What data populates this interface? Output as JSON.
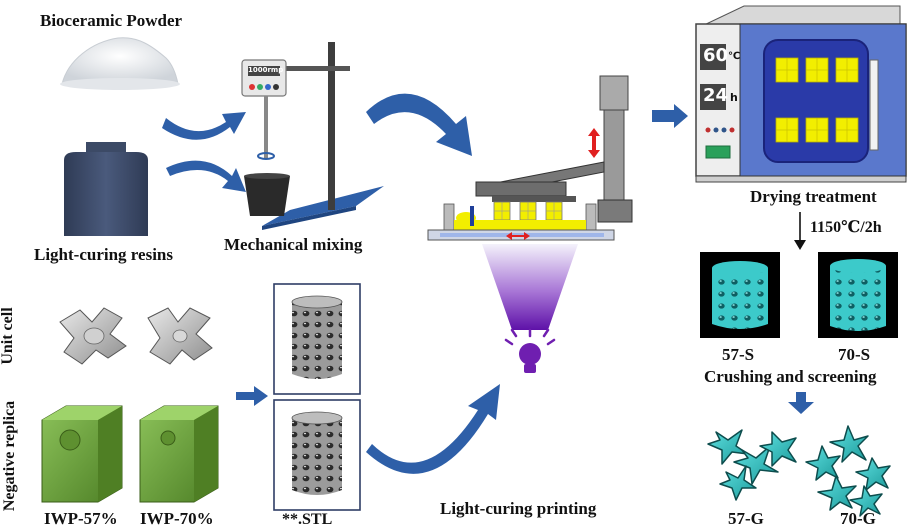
{
  "labels": {
    "bioceramic_powder": "Bioceramic Powder",
    "light_curing_resins": "Light-curing resins",
    "mechanical_mixing": "Mechanical mixing",
    "drying_treatment": "Drying treatment",
    "sintering": "1150℃/2h",
    "sample_57s": "57-S",
    "sample_70s": "70-S",
    "crushing_screening": "Crushing and screening",
    "unit_cell": "Unit cell",
    "negative_replica": "Negative replica",
    "iwp57": "IWP-57%",
    "iwp70": "IWP-70%",
    "stl": "**.STL",
    "light_curing_printing": "Light-curing printing",
    "granule_57g": "57-G",
    "granule_70g": "70-G"
  },
  "mixer": {
    "speed_display": "1000rmp"
  },
  "oven": {
    "temperature": "60",
    "temperature_unit": "℃",
    "time": "24",
    "time_unit": "h"
  },
  "colors": {
    "arrow_blue": "#2e5fa8",
    "resin_bottle": "#3c4a66",
    "oven_body": "#eeeeee",
    "oven_window": "#2a3aa8",
    "scaffold_teal": "#36c0c0",
    "granule_teal": "#2aa9a9",
    "replica_green": "#6aa23a",
    "resin_yellow": "#f2ee00",
    "uv_purple": "#6f1fb0"
  },
  "icons": {
    "arrows": "curved-arrow-icon",
    "lamp": "uv-lamp-icon",
    "move": "double-arrow-icon"
  }
}
